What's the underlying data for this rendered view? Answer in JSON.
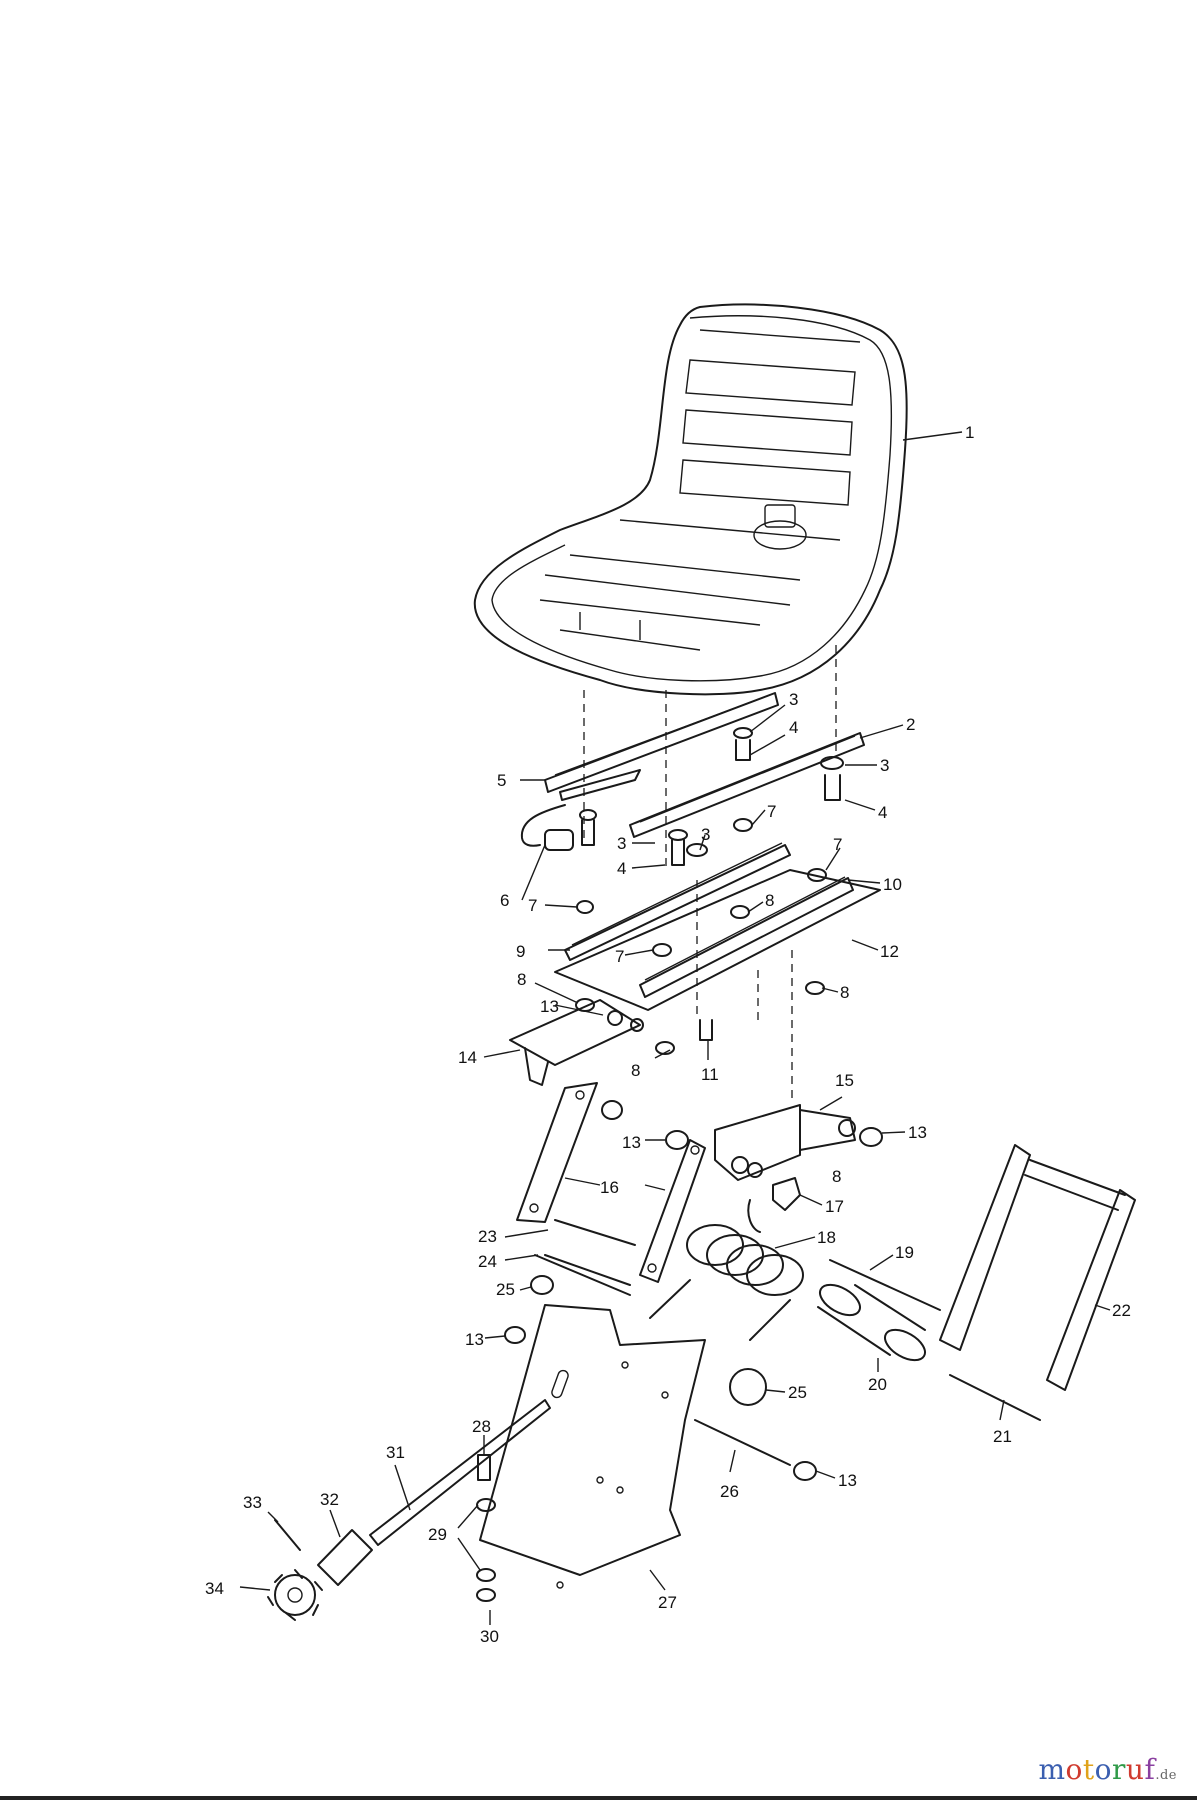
{
  "callouts": [
    "1",
    "2",
    "3",
    "4",
    "5",
    "6",
    "7",
    "8",
    "9",
    "10",
    "11",
    "12",
    "13",
    "14",
    "15",
    "16",
    "17",
    "18",
    "19",
    "20",
    "21",
    "22",
    "23",
    "24",
    "25",
    "26",
    "27",
    "28",
    "29",
    "30",
    "31",
    "32",
    "33",
    "34"
  ],
  "watermark": {
    "letters": [
      "m",
      "o",
      "t",
      "o",
      "r",
      "u",
      "f"
    ],
    "colors": [
      "#3b5fb0",
      "#d03b2f",
      "#e0a21a",
      "#3b5fb0",
      "#2f9a48",
      "#d03b2f",
      "#8a3fa0"
    ],
    "suffix": ".de"
  }
}
